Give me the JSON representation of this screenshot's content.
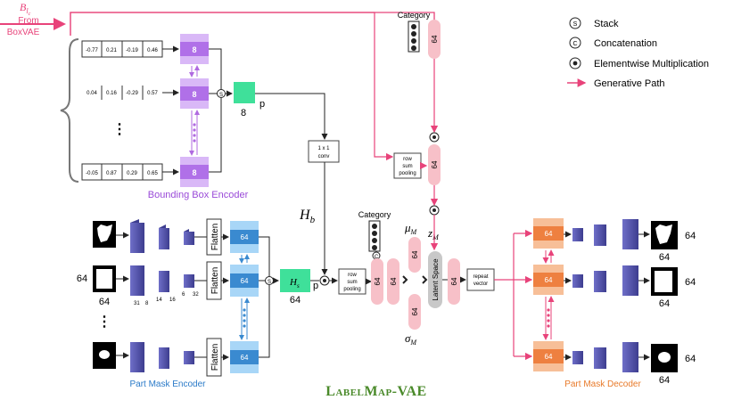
{
  "input": {
    "b_symbol": "B",
    "b_sub": "l",
    "b_sub2": "c",
    "from": "From",
    "source": "BoxVAE"
  },
  "legend": {
    "stack_symbol": "S",
    "stack": "Stack",
    "concat_symbol": "C",
    "concat": "Concatenation",
    "mult": "Elementwise Multiplication",
    "gen": "Generative Path"
  },
  "bbox_rows": [
    [
      "-0.77",
      "0.21",
      "-0.19",
      "0.46"
    ],
    [
      "0.04",
      "0.16",
      "-0.29",
      "0.57"
    ],
    [
      "-0.05",
      "0.87",
      "0.29",
      "0.65"
    ]
  ],
  "vdots": "⋮",
  "bbox_block_label": "8",
  "bbox_enc_out": "8",
  "p_label": "p",
  "bbox_encoder_title": "Bounding Box Encoder",
  "conv": {
    "line1": "1 x 1",
    "line2": "conv"
  },
  "hb": {
    "symbol": "H",
    "sub": "b"
  },
  "hs": {
    "symbol": "H",
    "sub": "s"
  },
  "hs_out": "64",
  "category_top": "Category",
  "category_mid": "Category",
  "col_label": "64",
  "rowsum": [
    "row",
    "sum",
    "pooling"
  ],
  "mu": {
    "symbol": "μ",
    "sub": "M"
  },
  "sigma": {
    "symbol": "σ",
    "sub": "M"
  },
  "z": {
    "symbol": "z",
    "sub": "M"
  },
  "latent": "Latent Space",
  "repeat": [
    "repeat",
    "vector"
  ],
  "flatten": "Flatten",
  "mask_block": "64",
  "mask_in_size": "64",
  "dims": [
    "31",
    "8",
    "14",
    "16",
    "6",
    "32"
  ],
  "part_mask_encoder_title": "Part Mask Encoder",
  "part_mask_decoder_title": "Part Mask Decoder",
  "out_sizes": [
    "64",
    "64",
    "64",
    "64",
    "64",
    "64"
  ],
  "main_title": "LabelMap-VAE",
  "colors": {
    "pink": "#e8437a",
    "purple": "#c48af0",
    "blue": "#6fb8f0",
    "green": "#3fe09a",
    "orange": "#f2955a",
    "col": "#f7c0c8",
    "title": "#4a8a2a"
  }
}
